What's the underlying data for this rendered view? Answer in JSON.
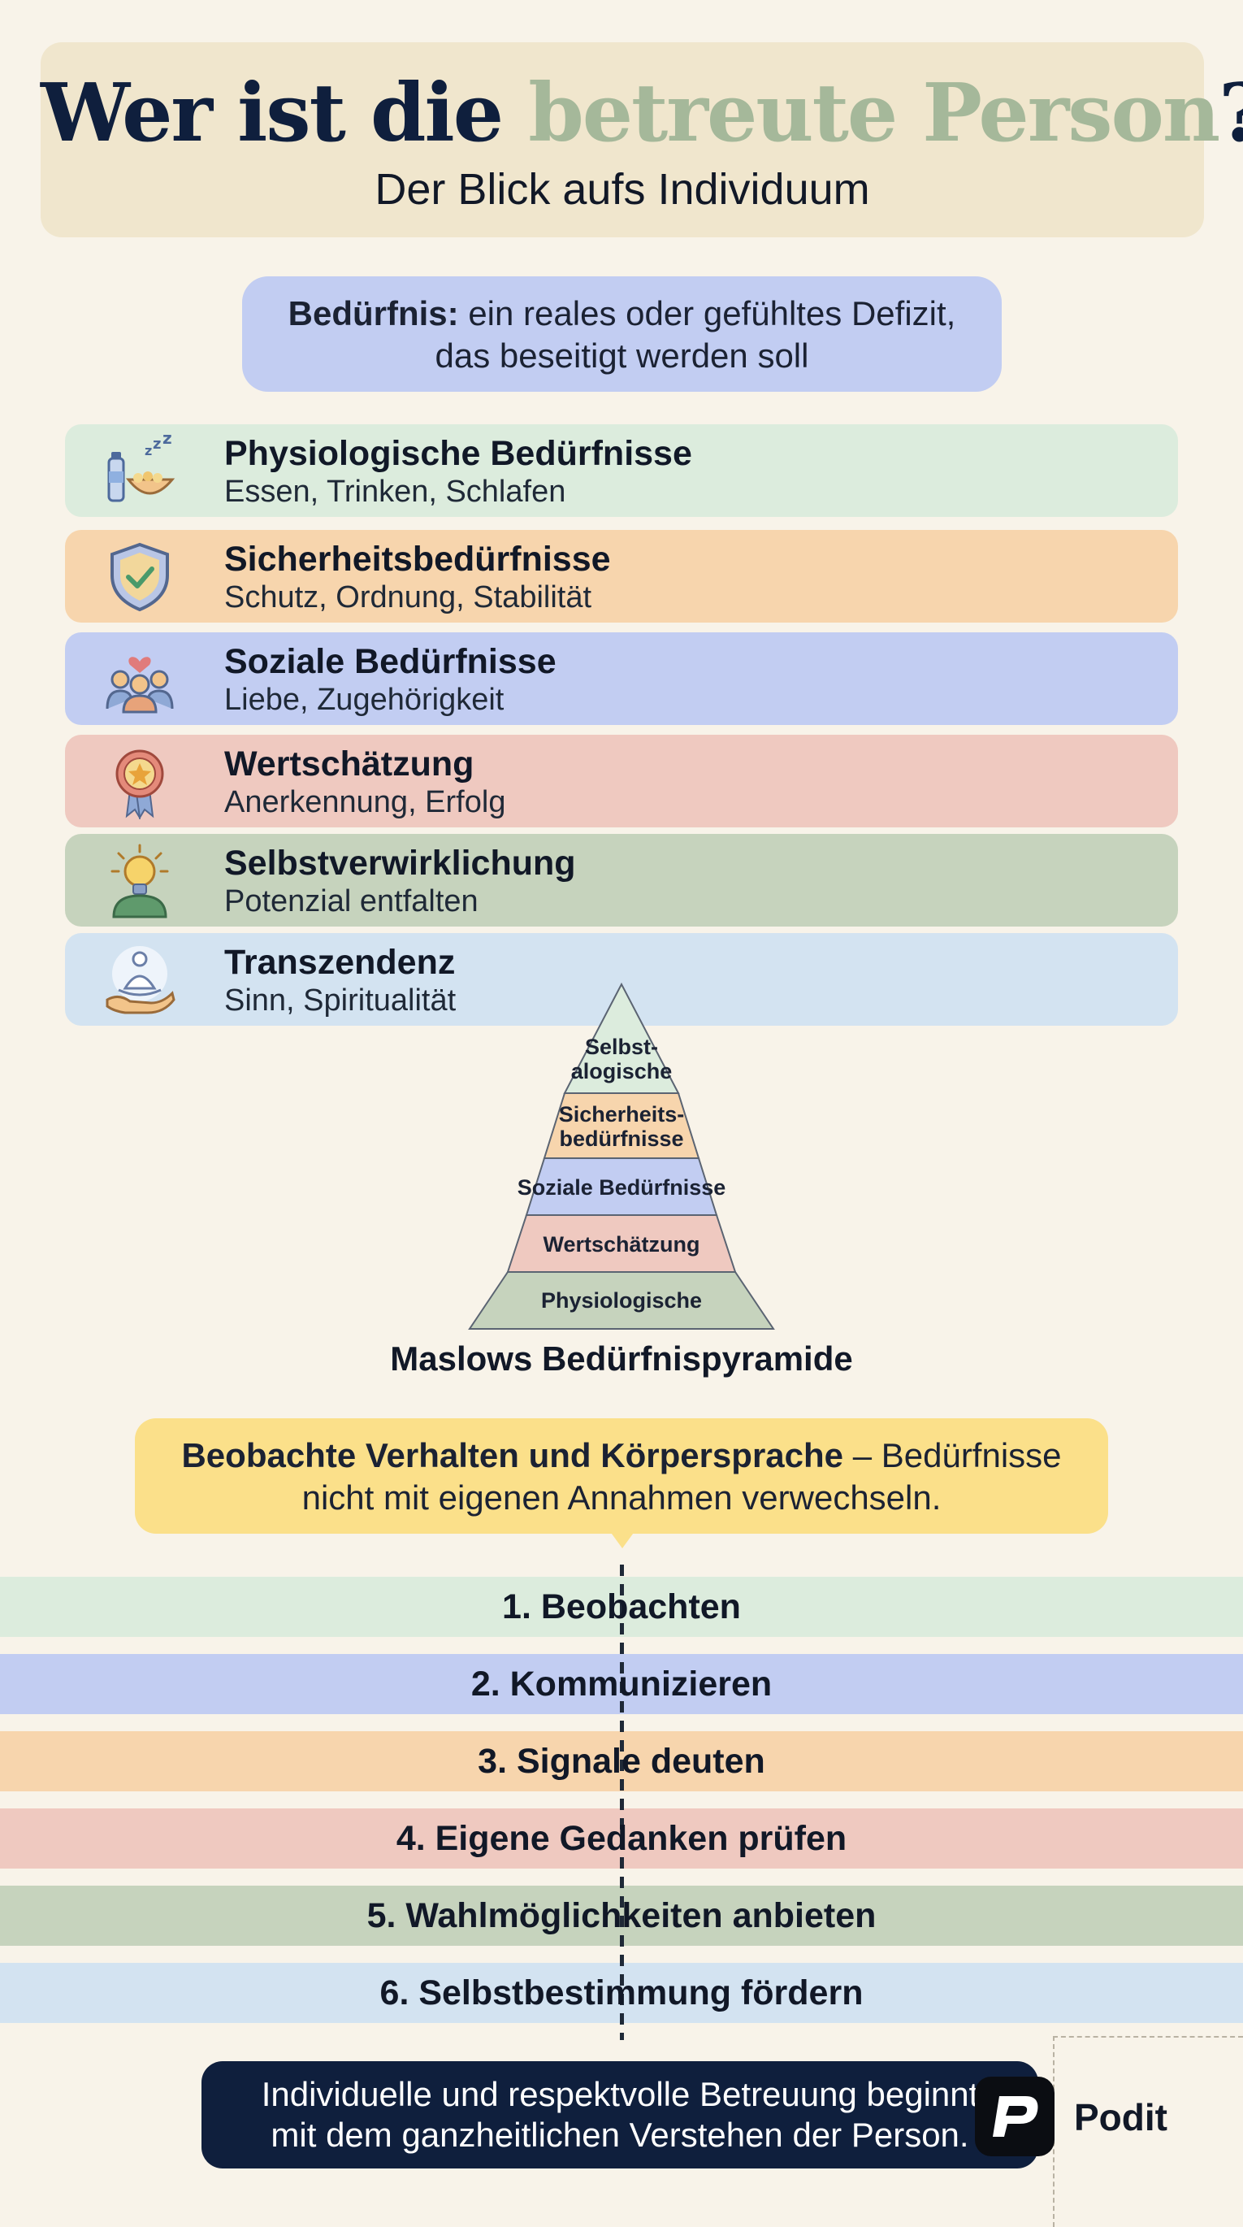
{
  "header": {
    "title_part1": "Wer ist die",
    "title_accent": "betreute Person",
    "title_part2": "?",
    "subtitle": "Der Blick aufs Individuum"
  },
  "definition": {
    "term": "Bedürfnis:",
    "text_line1": "ein reales oder gefühltes Defizit,",
    "text_line2": "das beseitigt werden soll"
  },
  "needs": [
    {
      "name": "Physiologische Bedürfnisse",
      "desc": "Essen, Trinken, Schlafen",
      "icon": "food-water-sleep-icon",
      "color": "#dcecdd"
    },
    {
      "name": "Sicherheitsbedürfnisse",
      "desc": "Schutz, Ordnung, Stabilität",
      "icon": "shield-check-icon",
      "color": "#f7d5ad"
    },
    {
      "name": "Soziale Bedürfnisse",
      "desc": "Liebe, Zugehörigkeit",
      "icon": "people-heart-icon",
      "color": "#c2cdf2"
    },
    {
      "name": "Wertschätzung",
      "desc": "Anerkennung, Erfolg",
      "icon": "award-medal-icon",
      "color": "#efc9c0"
    },
    {
      "name": "Selbstverwirklichung",
      "desc": "Potenzial entfalten",
      "icon": "lightbulb-person-icon",
      "color": "#c6d3bd"
    },
    {
      "name": "Transzendenz",
      "desc": "Sinn, Spiritualität",
      "icon": "meditation-hand-icon",
      "color": "#d3e3f1"
    }
  ],
  "pyramid": {
    "levels": [
      {
        "label_line1": "Selbst-",
        "label_line2": "alogische",
        "color": "#dcecdd"
      },
      {
        "label_line1": "Sicherheits-",
        "label_line2": "bedürfnisse",
        "color": "#f7d5ad"
      },
      {
        "label_line1": "Soziale Bedürfnisse",
        "label_line2": "",
        "color": "#c2cdf2"
      },
      {
        "label_line1": "Wertschätzung",
        "label_line2": "",
        "color": "#efc9c0"
      },
      {
        "label_line1": "Physiologische",
        "label_line2": "",
        "color": "#c6d3bd"
      }
    ],
    "caption": "Maslows Bedürfnispyramide"
  },
  "tip": {
    "bold": "Beobachte Verhalten und Körpersprache",
    "text_line1": " – Bedürfnisse",
    "text_line2": "nicht mit eigenen Annahmen verwechseln."
  },
  "steps": [
    {
      "label": "1. Beobachten",
      "color": "#dcecdd"
    },
    {
      "label": "2. Kommunizieren",
      "color": "#c2cdf2"
    },
    {
      "label": "3. Signale deuten",
      "color": "#f7d5ad"
    },
    {
      "label": "4. Eigene Gedanken prüfen",
      "color": "#efc9c0"
    },
    {
      "label": "5. Wahlmöglichkeiten anbieten",
      "color": "#c6d3bd"
    },
    {
      "label": "6. Selbstbestimmung fördern",
      "color": "#d3e3f1"
    }
  ],
  "footer": {
    "line1": "Individuelle und respektvolle Betreuung beginnt",
    "line2": "mit dem ganzheitlichen Verstehen der Person."
  },
  "brand": {
    "name": "Podit",
    "logo_icon": "podit-logo-icon"
  },
  "colors": {
    "background": "#f8f3e9",
    "navy": "#0f1f3d",
    "accent_green": "#a5b89a",
    "header_bg": "#f0e6cd",
    "tip_yellow": "#fbe08a"
  }
}
